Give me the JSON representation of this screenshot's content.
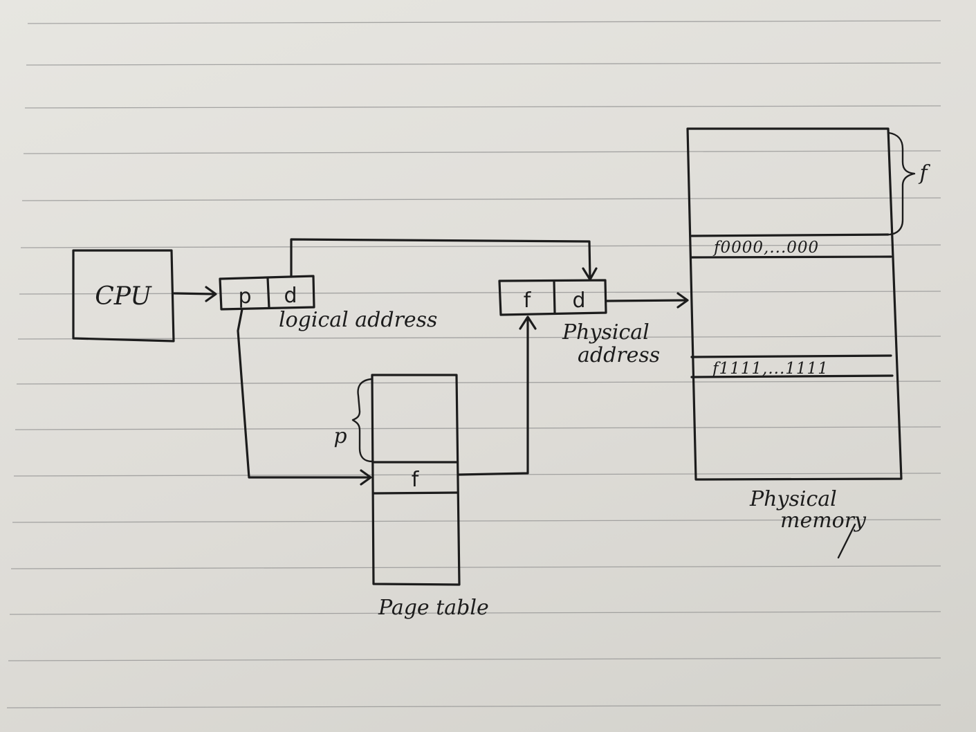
{
  "cpu": {
    "label": "CPU"
  },
  "logical_address": {
    "page_field": "p",
    "offset_field": "d",
    "label": "logical address"
  },
  "physical_address": {
    "frame_field": "f",
    "offset_field": "d",
    "label_line1": "Physical",
    "label_line2": "address"
  },
  "page_table": {
    "brace_label": "p",
    "entry_label": "f",
    "label": "Page table"
  },
  "physical_memory": {
    "brace_label": "f",
    "frame_start_text": "f0000,...000",
    "frame_end_text": "f1111,...1111",
    "label_line1": "Physical",
    "label_line2": "memory"
  }
}
